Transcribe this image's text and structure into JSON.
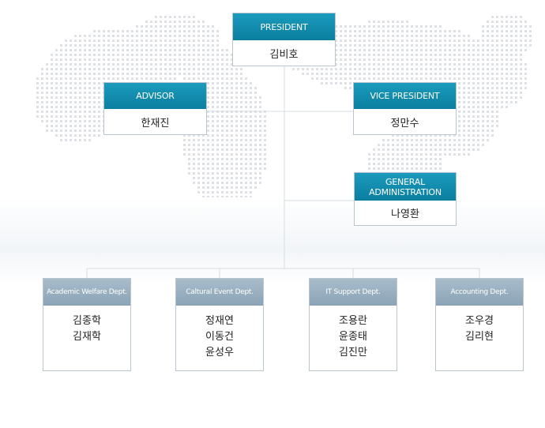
{
  "president": {
    "title": "PRESIDENT",
    "name": "김비호"
  },
  "advisor": {
    "title": "ADVISOR",
    "name": "한재진"
  },
  "vice_president": {
    "title": "VICE PRESIDENT",
    "name": "정만수"
  },
  "general_admin": {
    "title_line1": "GENERAL",
    "title_line2": "ADMINISTRATION",
    "name": "나영환"
  },
  "depts": [
    {
      "title": "Academic Welfare Dept.",
      "members": [
        "김종학",
        "김재학"
      ]
    },
    {
      "title": "Caltural Event Dept.",
      "members": [
        "정재연",
        "이동건",
        "윤성우"
      ]
    },
    {
      "title": "IT Support Dept.",
      "members": [
        "조용란",
        "윤종태",
        "김진만"
      ]
    },
    {
      "title": "Accounting Dept.",
      "members": [
        "조우경",
        "김리현"
      ]
    }
  ],
  "colors": {
    "header_primary": "#1190b3",
    "header_dept": "#97afc0",
    "border": "#b9c6cf",
    "connector": "#d6dde3",
    "map_dots": "#dde1e5"
  }
}
